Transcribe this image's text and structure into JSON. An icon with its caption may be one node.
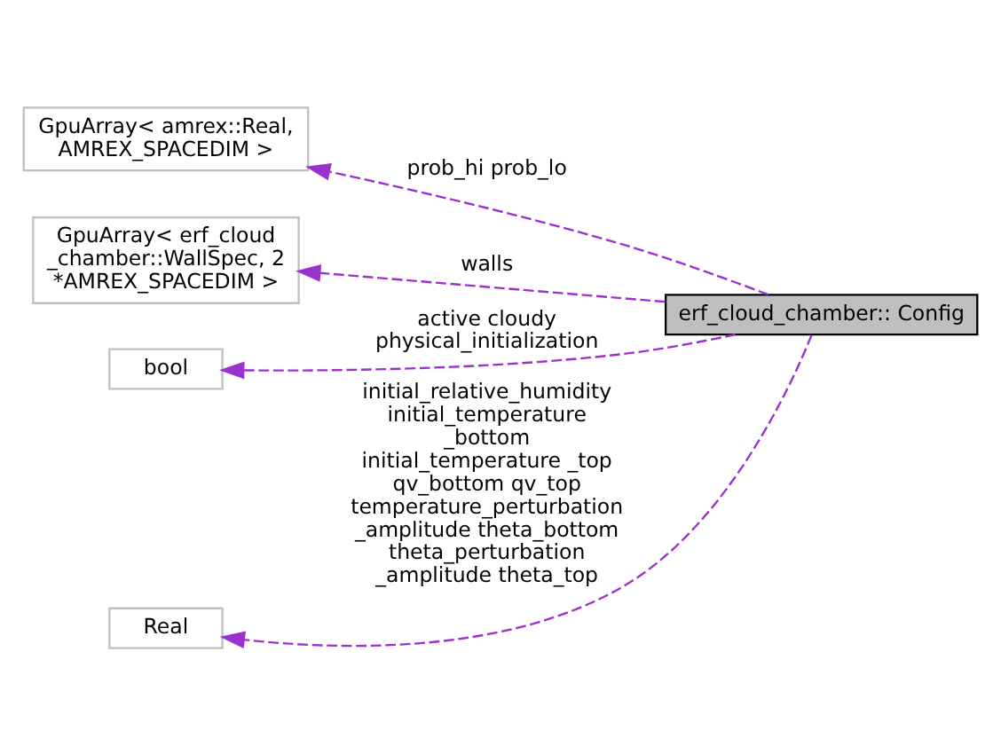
{
  "diagram": {
    "nodes": [
      {
        "text": [
          "GpuArray< amrex::Real, AMREX_SPACEDIM >"
        ]
      },
      {
        "text": [
          "GpuArray< erf_cloud _chamber::WallSpec, 2 *AMREX_SPACEDIM >"
        ]
      },
      {
        "text": [
          "bool"
        ]
      },
      {
        "text": [
          "Real"
        ]
      },
      {
        "text": [
          "erf_cloud_chamber:: Config"
        ]
      }
    ],
    "edges": [
      {
        "from": 4,
        "to": 0,
        "arrow": "to",
        "style": "dashed",
        "label": "prob_hi prob_lo"
      },
      {
        "from": 4,
        "to": 1,
        "arrow": "to",
        "style": "dashed",
        "label": "walls"
      },
      {
        "from": 4,
        "to": 2,
        "arrow": "to",
        "style": "dashed",
        "label": "active cloudy physical_initialization"
      },
      {
        "from": 4,
        "to": 3,
        "arrow": "to",
        "style": "dashed",
        "label": "initial_relative_humidity initial_temperature _bottom initial_temperature _top qv_bottom qv_top temperature_perturbation _amplitude theta_bottom theta_perturbation _amplitude theta_top"
      }
    ]
  }
}
